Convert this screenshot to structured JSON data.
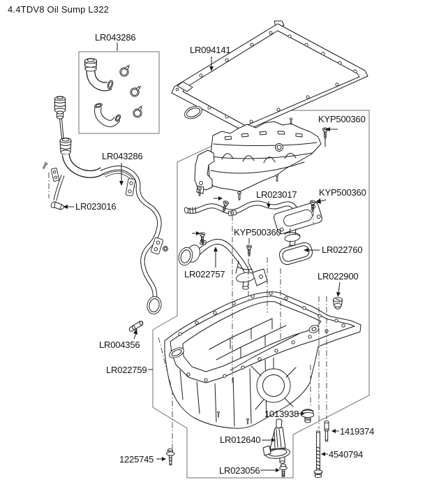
{
  "title": "4.4TDV8 Oil Sump L322",
  "colors": {
    "line": "#1a1a1a",
    "boundary": "#6e6e6e",
    "label": "#111111",
    "background": "#ffffff"
  },
  "diagram": {
    "labels": [
      {
        "part": "filler-hose-kit",
        "text": "LR043286"
      },
      {
        "part": "sump-gasket",
        "text": "LR094141"
      },
      {
        "part": "baffle-screw",
        "text": "KYP500360"
      },
      {
        "part": "dipstick-tube-assembly",
        "text": "LR043286"
      },
      {
        "part": "oil-pickup-pipe",
        "text": "LR023017"
      },
      {
        "part": "pickup-flange-screw",
        "text": "KYP500360"
      },
      {
        "part": "drain-union",
        "text": "LR023016"
      },
      {
        "part": "suction-pipe-screw",
        "text": "KYP500360"
      },
      {
        "part": "pickup-gasket",
        "text": "LR022760"
      },
      {
        "part": "suction-pipe",
        "text": "LR022757"
      },
      {
        "part": "oil-plug",
        "text": "LR022900"
      },
      {
        "part": "dowel-pin",
        "text": "LR004356"
      },
      {
        "part": "oil-sump-pan",
        "text": "LR022759"
      },
      {
        "part": "drain-plug",
        "text": "1013938"
      },
      {
        "part": "oil-level-sensor",
        "text": "LR012640"
      },
      {
        "part": "stud",
        "text": "1419374"
      },
      {
        "part": "sump-bolt",
        "text": "4540794"
      },
      {
        "part": "long-bolt",
        "text": "1225745"
      },
      {
        "part": "sensor-screw",
        "text": "LR023056"
      }
    ]
  }
}
